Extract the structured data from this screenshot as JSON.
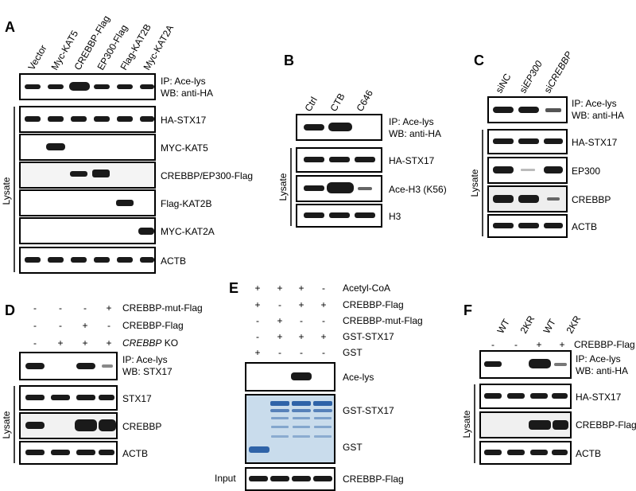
{
  "panels": {
    "A": {
      "letter": "A",
      "lanes": [
        "Vector",
        "Myc-KAT5",
        "CREBBP-Flag",
        "EP300-Flag",
        "Flag-KAT2B",
        "Myc-KAT2A"
      ],
      "ip_label": [
        "IP: Ace-lys",
        "WB: anti-HA"
      ],
      "lysate_label": "Lysate",
      "blots": [
        "HA-STX17",
        "MYC-KAT5",
        "CREBBP/EP300-Flag",
        "Flag-KAT2B",
        "MYC-KAT2A",
        "ACTB"
      ]
    },
    "B": {
      "letter": "B",
      "lanes": [
        "Ctrl",
        "CTB",
        "C646"
      ],
      "ip_label": [
        "IP: Ace-lys",
        "WB: anti-HA"
      ],
      "lysate_label": "Lysate",
      "blots": [
        "HA-STX17",
        "Ace-H3 (K56)",
        "H3"
      ]
    },
    "C": {
      "letter": "C",
      "lanes": [
        "siNC",
        "si",
        "si"
      ],
      "lane_italic": [
        "",
        "EP300",
        "CREBBP"
      ],
      "ip_label": [
        "IP: Ace-lys",
        "WB: anti-HA"
      ],
      "lysate_label": "Lysate",
      "blots": [
        "HA-STX17",
        "EP300",
        "CREBBP",
        "ACTB"
      ]
    },
    "D": {
      "letter": "D",
      "conditions": [
        {
          "label": "CREBBP-mut-Flag",
          "signs": [
            "-",
            "-",
            "-",
            "+"
          ]
        },
        {
          "label": "CREBBP-Flag",
          "signs": [
            "-",
            "-",
            "+",
            "-"
          ]
        },
        {
          "label": "CREBBP",
          "suffix": " KO",
          "signs": [
            "-",
            "+",
            "+",
            "+"
          ]
        }
      ],
      "ip_label": [
        "IP: Ace-lys",
        "WB: STX17"
      ],
      "lysate_label": "Lysate",
      "blots": [
        "STX17",
        "CREBBP",
        "ACTB"
      ]
    },
    "E": {
      "letter": "E",
      "conditions": [
        {
          "label": "Acetyl-CoA",
          "signs": [
            "+",
            "+",
            "+",
            "-"
          ]
        },
        {
          "label": "CREBBP-Flag",
          "signs": [
            "+",
            "-",
            "+",
            "+"
          ]
        },
        {
          "label": "CREBBP-mut-Flag",
          "signs": [
            "-",
            "+",
            "-",
            "-"
          ]
        },
        {
          "label": "GST-STX17",
          "signs": [
            "-",
            "+",
            "+",
            "+"
          ]
        },
        {
          "label": "GST",
          "signs": [
            "+",
            "-",
            "-",
            "-"
          ]
        }
      ],
      "blot_top": "Ace-lys",
      "gel_labels": [
        "GST-STX17",
        "GST"
      ],
      "input_label": "Input",
      "input_blot": "CREBBP-Flag"
    },
    "F": {
      "letter": "F",
      "lanes": [
        "WT",
        "2KR",
        "WT",
        "2KR"
      ],
      "flag_signs": [
        "-",
        "-",
        "+",
        "+"
      ],
      "flag_label": "CREBBP-Flag",
      "ip_label": [
        "IP: Ace-lys",
        "WB: anti-HA"
      ],
      "lysate_label": "Lysate",
      "blots": [
        "HA-STX17",
        "CREBBP-Flag",
        "ACTB"
      ]
    }
  },
  "colors": {
    "band": "#1a1a1a",
    "frame": "#000000",
    "gel_background": "#c9dcec",
    "gel_band": "#2f63a8"
  }
}
